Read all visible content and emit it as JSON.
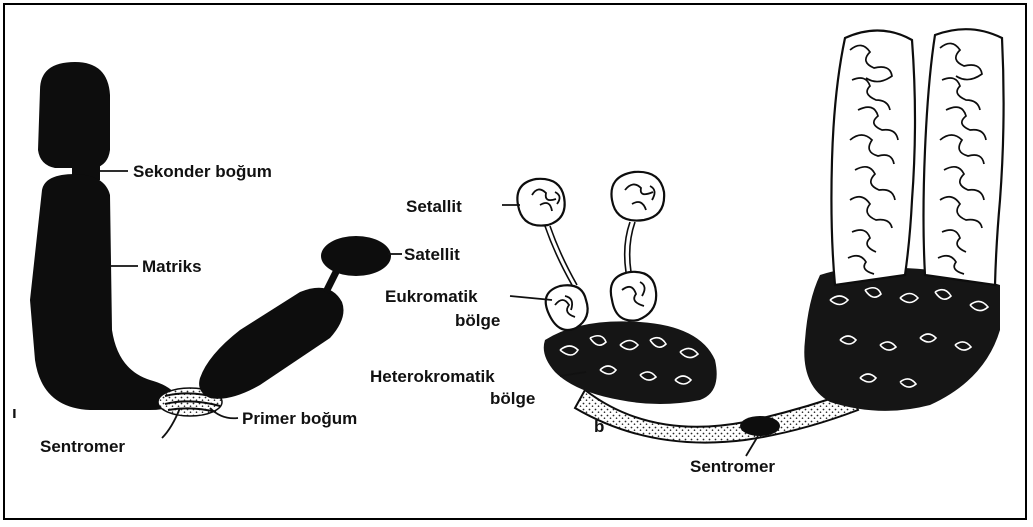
{
  "colors": {
    "ink": "#0d0d0d",
    "paper": "#ffffff",
    "stipple": "#2a2a2a"
  },
  "figure_a": {
    "marker": "ı",
    "labels": {
      "secondary_constriction": "Sekonder boğum",
      "matrix": "Matriks",
      "satellite": "Satellit",
      "primary_constriction": "Primer boğum",
      "centromere": "Sentromer"
    }
  },
  "figure_b": {
    "marker": "b",
    "labels": {
      "satellite": "Setallit",
      "euchromatic_line1": "Eukromatik",
      "euchromatic_line2": "bölge",
      "heterochromatic_line1": "Heterokromatik",
      "heterochromatic_line2": "bölge",
      "centromere": "Sentromer"
    }
  }
}
